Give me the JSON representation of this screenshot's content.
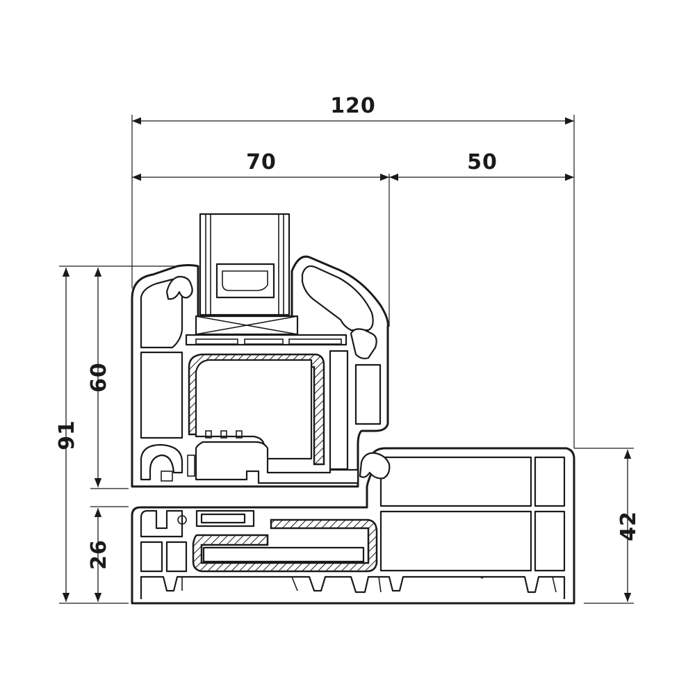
{
  "dimensions": {
    "overall_width": "120",
    "sash_width": "70",
    "frame_offset": "50",
    "total_height": "91",
    "sash_height": "60",
    "frame_height": "26",
    "right_frame_height": "42"
  },
  "colors": {
    "line": "#1a1a1a",
    "background": "#ffffff"
  }
}
